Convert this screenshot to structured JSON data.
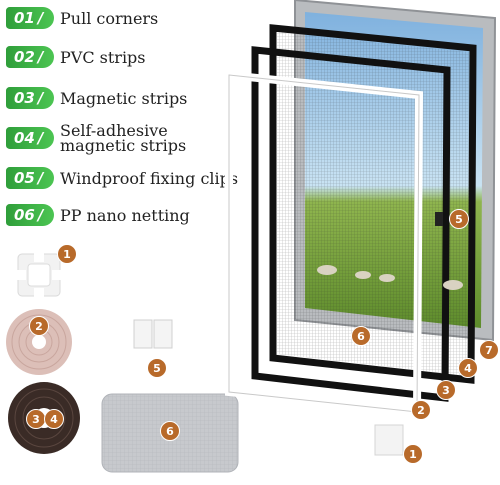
{
  "legend": [
    {
      "num": "01",
      "text": "Pull corners"
    },
    {
      "num": "02",
      "text": "PVC strips"
    },
    {
      "num": "03",
      "text": "Magnetic strips"
    },
    {
      "num": "04",
      "text": "Self-adhesive magnetic strips"
    },
    {
      "num": "05",
      "text": "Windproof fixing clips"
    },
    {
      "num": "06",
      "text": "PP nano netting"
    }
  ],
  "slash": "/",
  "badges": {
    "corner_piece": "1",
    "pvc_roll": "2",
    "magnetic_roll_a": "3",
    "magnetic_roll_b": "4",
    "clip_piece": "5",
    "netting_pack": "6",
    "frame_clip": "5",
    "frame_netting": "6",
    "frame_window": "7",
    "frame_magnetic_outer": "4",
    "frame_magnetic_inner": "3",
    "frame_pvc": "2",
    "frame_corner": "1"
  },
  "colors": {
    "pill": "#3bb547",
    "badge": "#b86a2a",
    "frame_black": "#111111",
    "frame_white": "#ffffff"
  }
}
